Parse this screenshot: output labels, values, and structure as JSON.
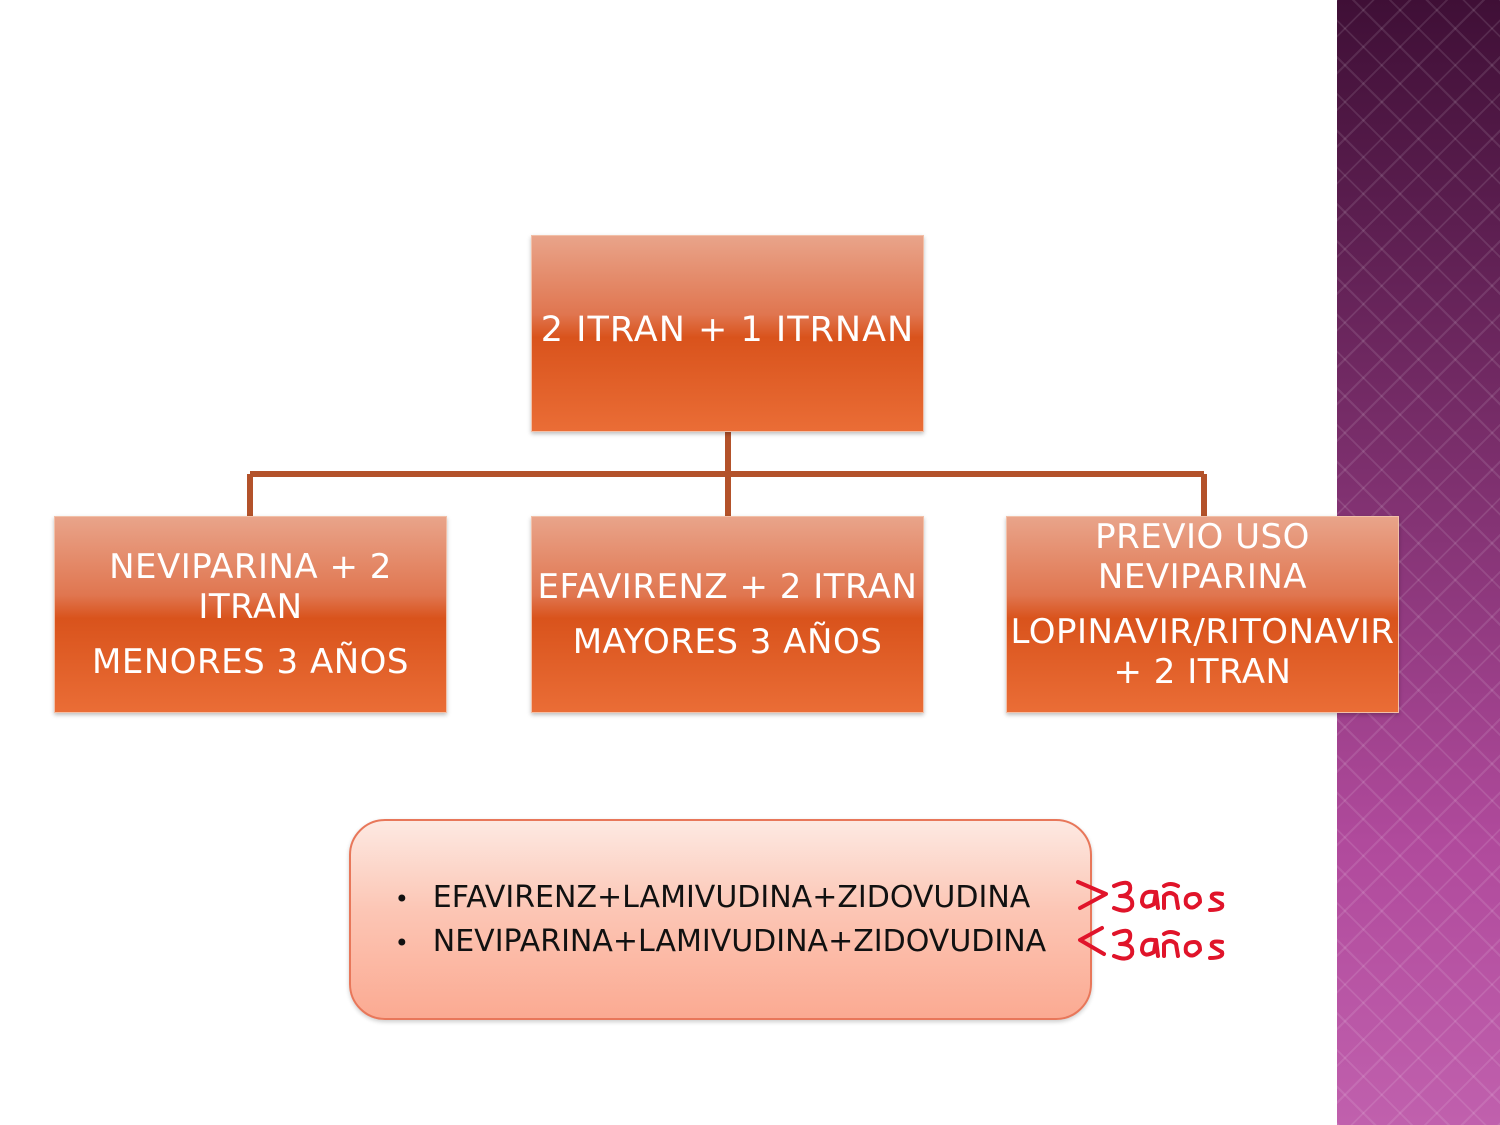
{
  "diagram": {
    "root": "2 ITRAN + 1 ITRNAN",
    "children": [
      {
        "title": "NEVIPARINA + 2 ITRAN",
        "subtitle": "MENORES 3 AÑOS"
      },
      {
        "title": "EFAVIRENZ + 2 ITRAN",
        "subtitle": "MAYORES 3 AÑOS"
      },
      {
        "title": "PREVIO USO NEVIPARINA",
        "subtitle": "LOPINAVIR/RITONAVIR + 2 ITRAN"
      }
    ]
  },
  "callout": {
    "items": [
      "EFAVIRENZ+LAMIVUDINA+ZIDOVUDINA",
      "NEVIPARINA+LAMIVUDINA+ZIDOVUDINA"
    ]
  },
  "handwritten": [
    ">3años",
    "<3años"
  ],
  "colors": {
    "node": "#d9531c",
    "connector": "#b3522a",
    "sidebar": "#7a2e6b",
    "ink": "#e0142a"
  }
}
